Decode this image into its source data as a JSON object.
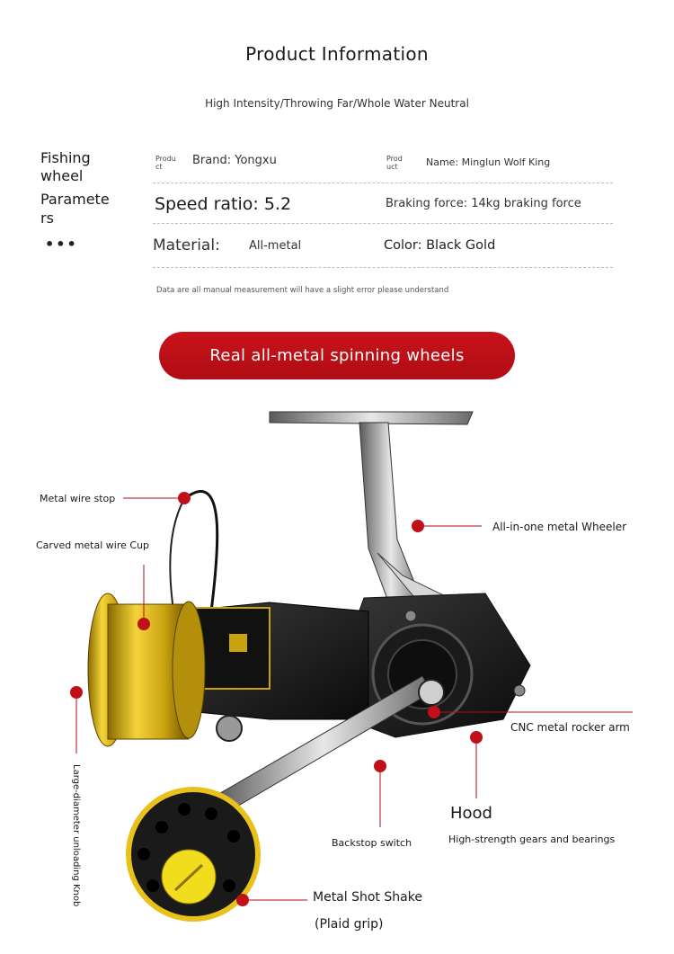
{
  "header": {
    "title": "Product Information",
    "subtitle": "High Intensity/Throwing Far/Whole Water Neutral"
  },
  "parameters": {
    "section_label_line1": "Fishing",
    "section_label_line2": "wheel",
    "section_label_line3": "Paramete",
    "section_label_line4": "rs",
    "dots": "•••",
    "brand_prefix": "Produ ct",
    "brand": "Brand: Yongxu",
    "name_prefix": "Prod uct",
    "name": "Name: Minglun Wolf King",
    "speed_ratio": "Speed ratio: 5.2",
    "braking_force": "Braking force: 14kg braking force",
    "material_label": "Material:",
    "material_value": "All-metal",
    "color": "Color: Black Gold",
    "note": "Data are all manual measurement will have a slight error please understand"
  },
  "banner": {
    "text": "Real all-metal spinning wheels"
  },
  "callouts": {
    "metal_wire_stop": "Metal wire stop",
    "carved_wire_cup": "Carved metal wire Cup",
    "all_in_one": "All-in-one metal Wheeler",
    "cnc_rocker_arm": "CNC metal rocker arm",
    "unloading_knob": "Large-diameter unloading Knob",
    "backstop_switch": "Backstop switch",
    "hood": "Hood",
    "hood_desc": "High-strength gears and bearings",
    "shot_shake": "Metal Shot Shake",
    "plaid_grip": "(Plaid grip)"
  },
  "colors": {
    "accent_red": "#b00d14",
    "gold": "#e8c21a",
    "dot_red": "#c0101a"
  }
}
